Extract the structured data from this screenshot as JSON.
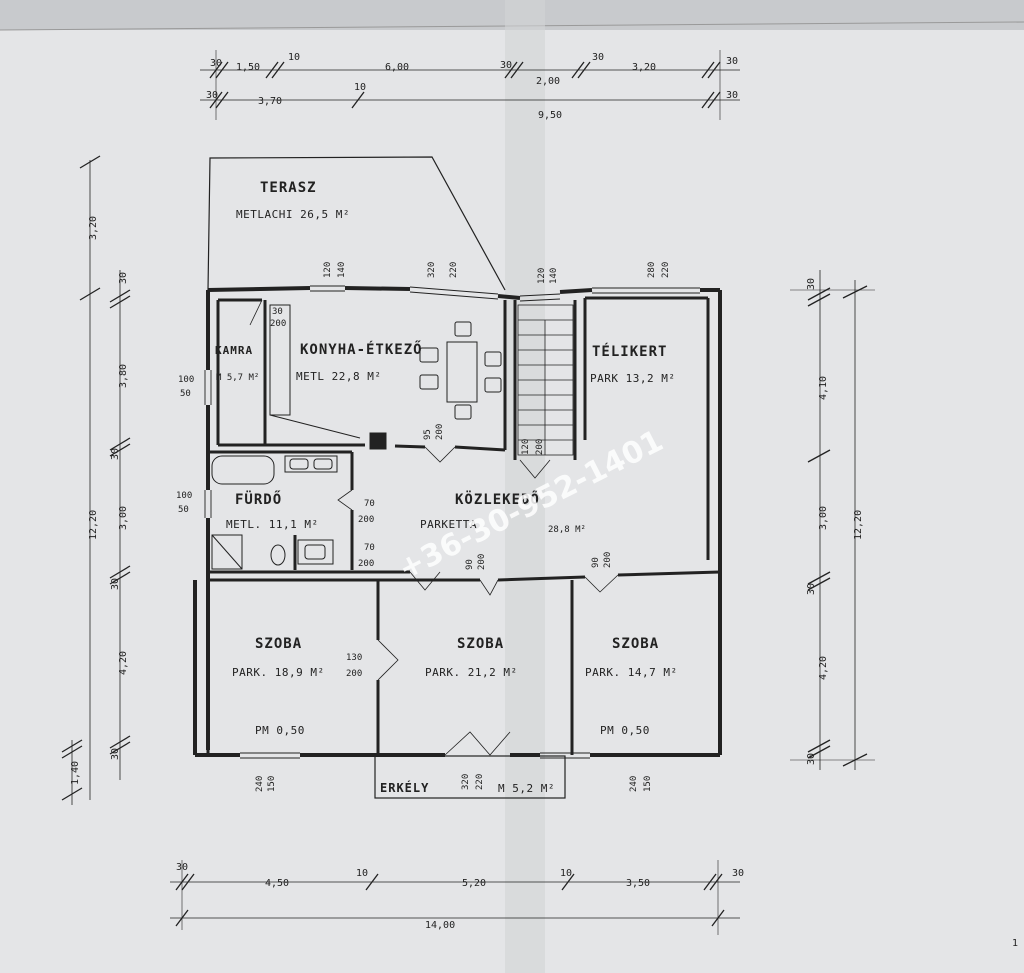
{
  "rooms": {
    "terasz": {
      "name": "TERASZ",
      "sub": "METLACHI   26,5 M²"
    },
    "kamra": {
      "name": "KAMRA",
      "sub": "M 5,7 M²"
    },
    "konyha": {
      "name": "KONYHA-ÉTKEZŐ",
      "sub": "METL    22,8 M²"
    },
    "telikert": {
      "name": "TÉLIKERT",
      "sub": "PARK   13,2 M²"
    },
    "furdo": {
      "name": "FÜRDŐ",
      "sub": "METL.   11,1 M²"
    },
    "kozlekedo": {
      "name": "KÖZLEKEDŐ",
      "sub": "PARKETTA"
    },
    "szoba1": {
      "name": "SZOBA",
      "sub": "PARK.   18,9 M²",
      "pm": "PM   0,50"
    },
    "szoba2": {
      "name": "SZOBA",
      "sub": "PARK.   21,2 M²"
    },
    "szoba3": {
      "name": "SZOBA",
      "sub": "PARK.   14,7 M²",
      "pm": "PM   0,50"
    },
    "erkely": {
      "name": "ERKÉLY",
      "sub": "M 5,2 M²"
    }
  },
  "dims": {
    "top1": [
      "30",
      "1,50",
      "10",
      "6,00",
      "30",
      "2,00",
      "30",
      "3,20",
      "30"
    ],
    "top2": [
      "30",
      "3,70",
      "10",
      "9,50",
      "30"
    ],
    "left": [
      "3,20",
      "30",
      "3,80",
      "30",
      "3,00",
      "30",
      "4,20",
      "30",
      "1,40",
      "12,20"
    ],
    "right": [
      "30",
      "4,10",
      "3,00",
      "30",
      "4,20",
      "30",
      "12,20"
    ],
    "bottom1": [
      "30",
      "4,50",
      "10",
      "5,20",
      "10",
      "3,50",
      "30"
    ],
    "bottom2": "14,00"
  },
  "openings": {
    "kitchen_win1": [
      "120",
      "140"
    ],
    "kitchen_win2": [
      "320",
      "220"
    ],
    "stair_win": [
      "120",
      "140"
    ],
    "telikert_win": [
      "280",
      "220"
    ],
    "kamra_door": [
      "30",
      "200"
    ],
    "kamra_win": [
      "100",
      "50"
    ],
    "furdo_win": [
      "100",
      "50"
    ],
    "kitchen_door": [
      "95",
      "200"
    ],
    "stair_door": [
      "120",
      "200"
    ],
    "furdo_door": [
      "70",
      "200"
    ],
    "wc_door": [
      "70",
      "200"
    ],
    "hall_door1": [
      "90",
      "200"
    ],
    "hall_door2": [
      "90",
      "200"
    ],
    "szoba_door": [
      "130",
      "200"
    ],
    "szoba1_win": [
      "240",
      "150"
    ],
    "erkely_door": [
      "320",
      "220"
    ],
    "szoba3_win": [
      "240",
      "150"
    ],
    "hall_area": "28,8 M²"
  },
  "watermark": "+36-30-952-1401",
  "page_mark": "1"
}
